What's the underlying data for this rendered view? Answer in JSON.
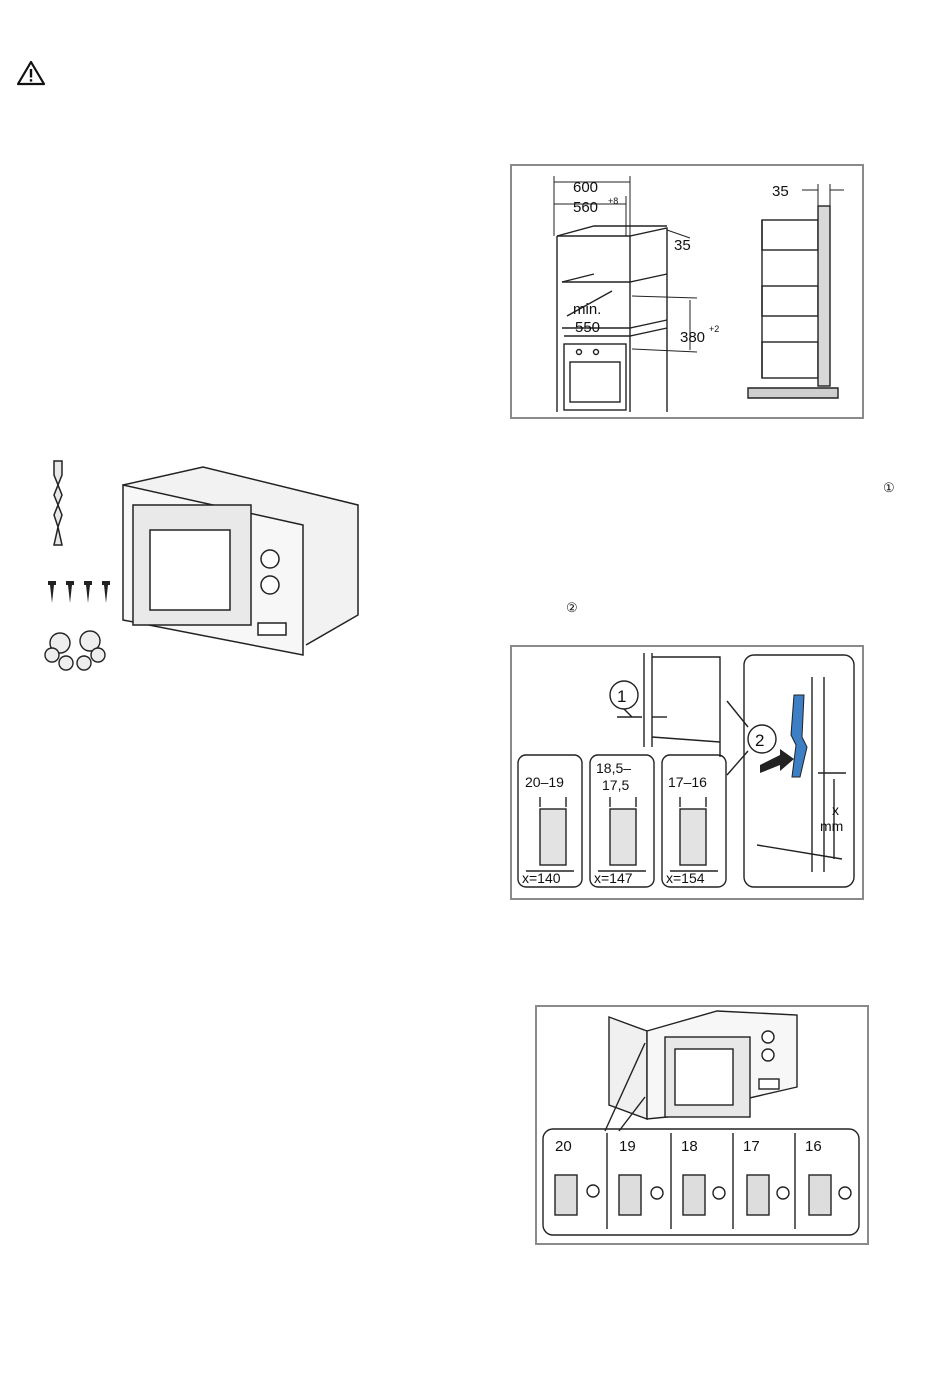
{
  "markers": {
    "step1": "①",
    "step2": "②"
  },
  "figure_cabinet": {
    "width_outer": "600",
    "width_inner": "560",
    "width_inner_tol": "+8",
    "depth_front": "35",
    "min_label": "min.",
    "min_value": "550",
    "height_value": "380",
    "height_tol": "+2",
    "side_offset": "35"
  },
  "figure_bracket": {
    "callout1": "1",
    "callout2": "2",
    "options": [
      {
        "range": "20–19",
        "x": "x=140"
      },
      {
        "range_top": "18,5–",
        "range_bottom": "17,5",
        "x": "x=147"
      },
      {
        "range": "17–16",
        "x": "x=154"
      }
    ],
    "x_label": "x",
    "mm_label": "mm"
  },
  "figure_spacers": {
    "thicknesses": [
      "20",
      "19",
      "18",
      "17",
      "16"
    ]
  },
  "icons": {
    "warning": "warning-triangle-icon"
  }
}
